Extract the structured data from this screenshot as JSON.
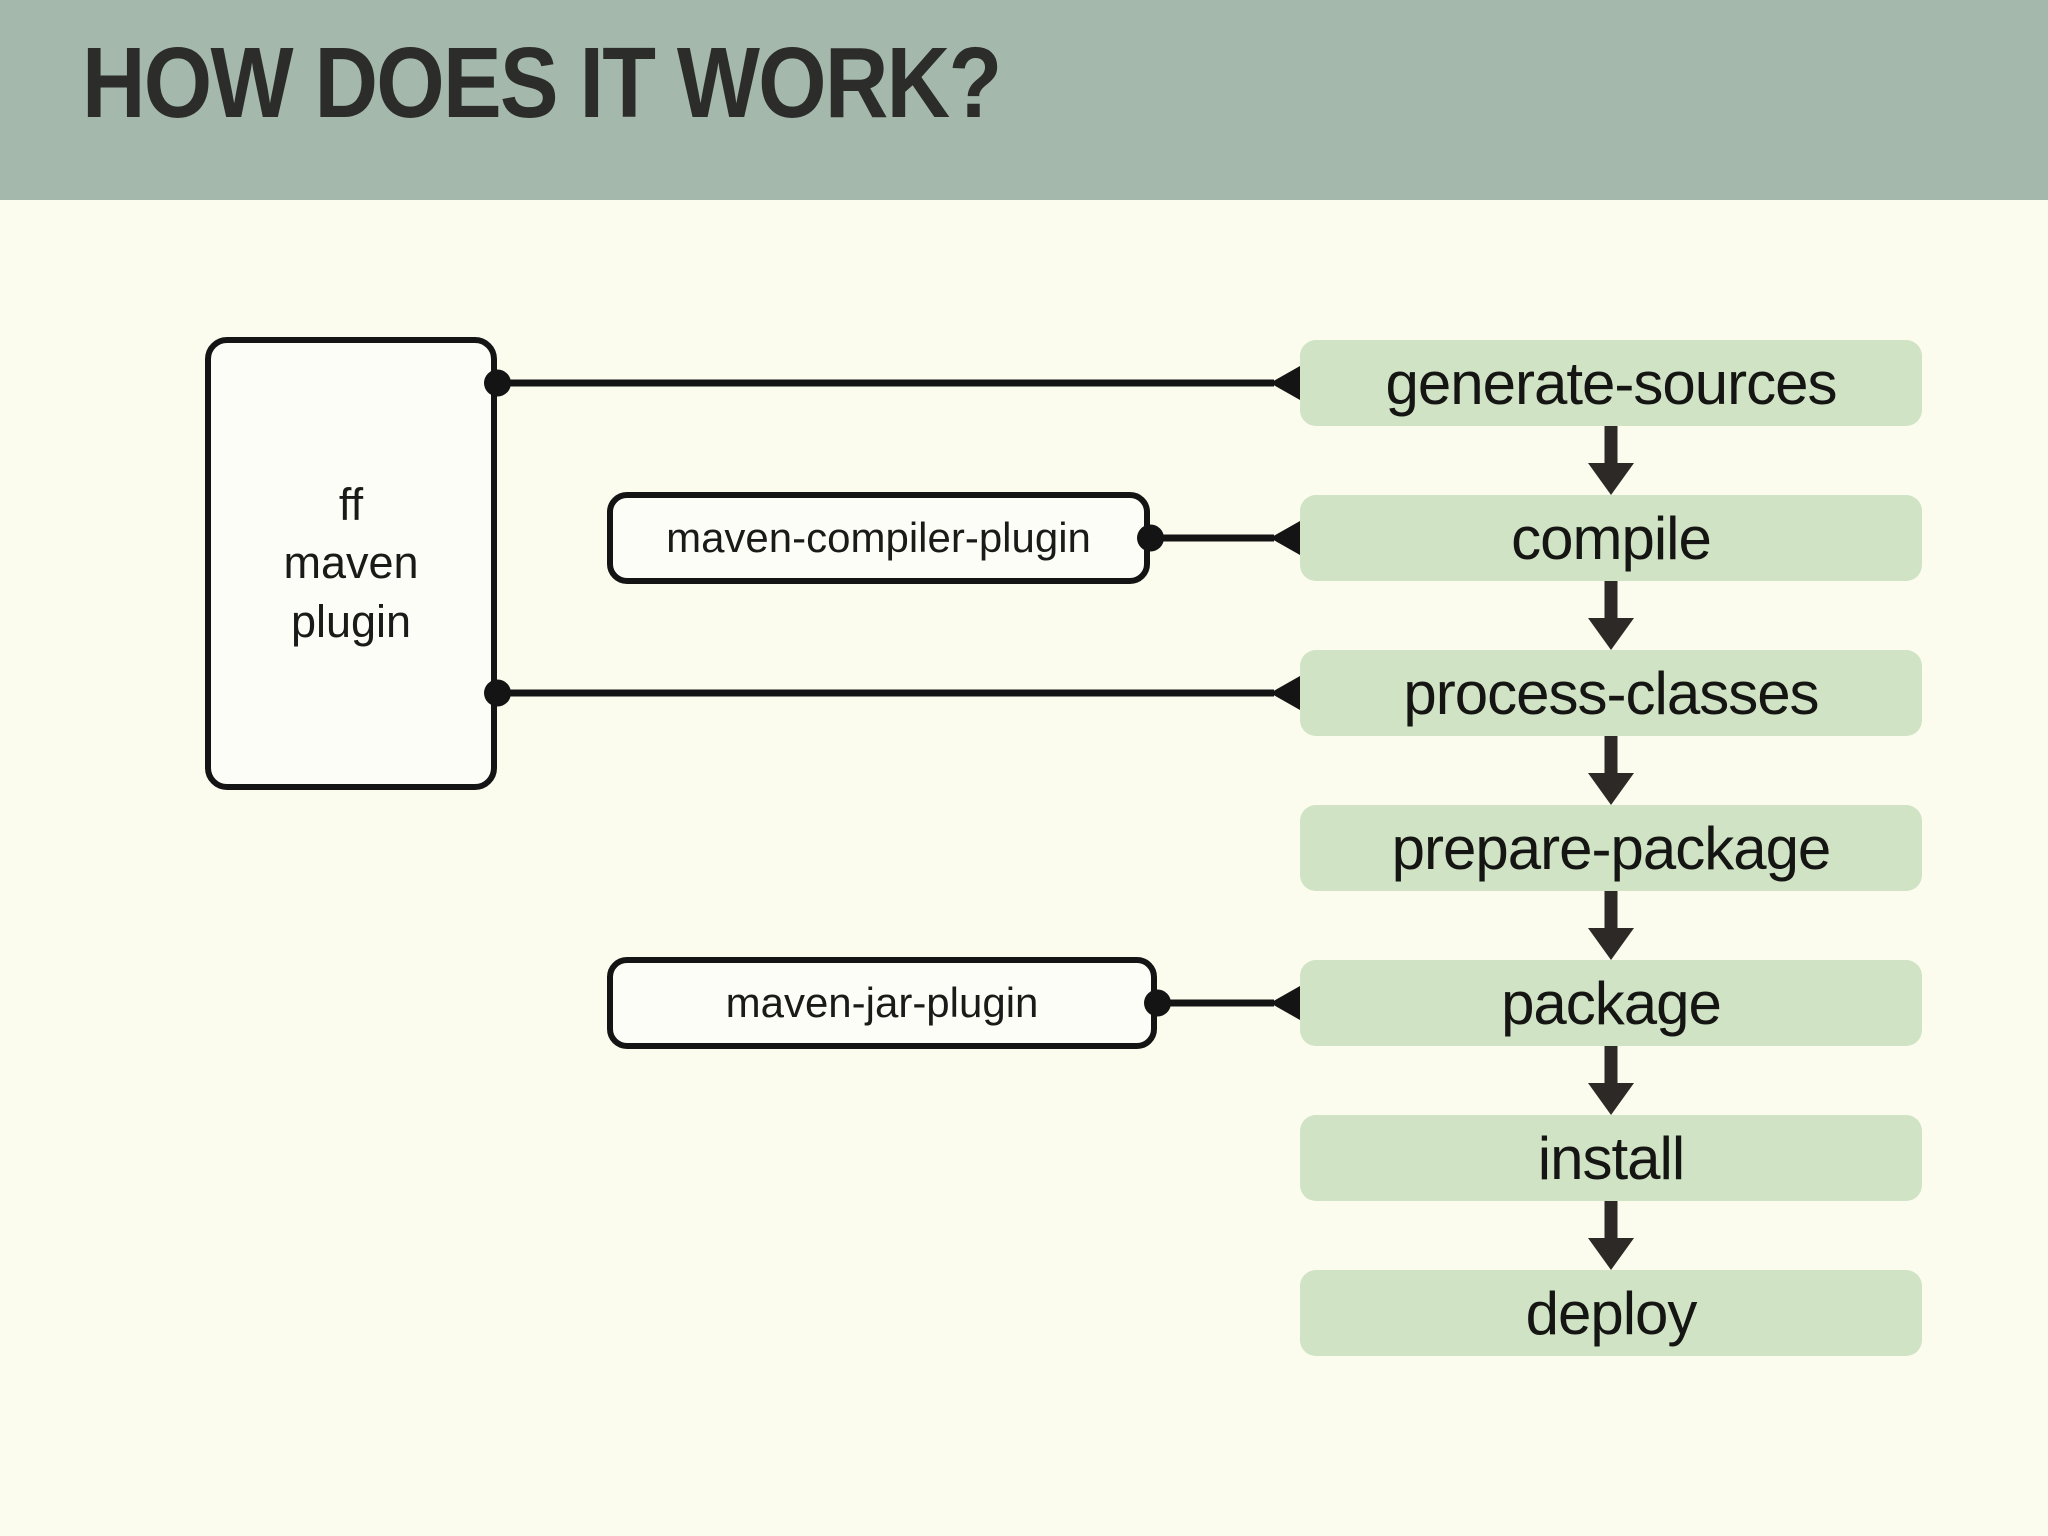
{
  "title": "HOW DOES IT WORK?",
  "colors": {
    "header_bg": "#a4b8ac",
    "page_bg": "#fbfcee",
    "phase_bg": "#d0e3c4",
    "line": "#141414",
    "arrow": "#2d2926",
    "title_text": "#2c2d2b"
  },
  "ff_plugin": {
    "lines": [
      "ff",
      "maven",
      "plugin"
    ]
  },
  "plugins": {
    "compiler": {
      "label": "maven-compiler-plugin"
    },
    "jar": {
      "label": "maven-jar-plugin"
    }
  },
  "phases": [
    "generate-sources",
    "compile",
    "process-classes",
    "prepare-package",
    "package",
    "install",
    "deploy"
  ],
  "connections": [
    {
      "from": "ff maven plugin",
      "to": "generate-sources"
    },
    {
      "from": "maven-compiler-plugin",
      "to": "compile"
    },
    {
      "from": "ff maven plugin",
      "to": "process-classes"
    },
    {
      "from": "maven-jar-plugin",
      "to": "package"
    }
  ]
}
